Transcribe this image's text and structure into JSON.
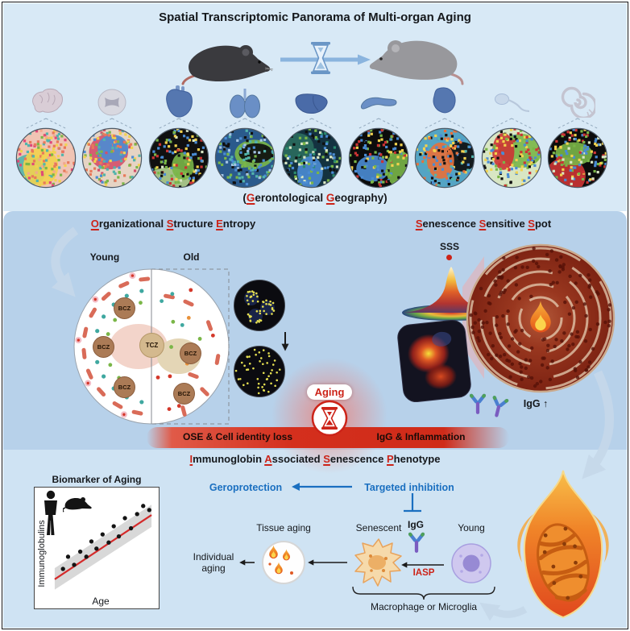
{
  "accent": {
    "red": "#cc2318",
    "blue": "#1a6fc0",
    "top_bg": "#d8e9f6",
    "mid_bg": "#b7d1ea",
    "bottom_bg": "#cfe3f3"
  },
  "header": {
    "title": "Spatial Transcriptomic Panorama of Multi-organ Aging"
  },
  "icons": {
    "hourglass": "⌛",
    "antibody": "Y-shape",
    "flame": "flame",
    "down_arrow": "↓",
    "up_arrow": "↑",
    "left_arrow": "←"
  },
  "top": {
    "organs": [
      "brain",
      "spinal-cord",
      "heart",
      "lung",
      "liver",
      "pancreas",
      "spleen",
      "sperm",
      "cochlea"
    ],
    "caption": {
      "p0": "(",
      "h1": "G",
      "p1": "erontological ",
      "h2": "G",
      "p2": "eography)"
    },
    "spot_palettes": [
      {
        "bg": "#f0c4b4",
        "blobs": [
          "#52b4ac",
          "#f2d24e"
        ],
        "squares": [
          "#e8795a",
          "#f2a88c",
          "#52b4ac",
          "#f2d24e",
          "#7ab648",
          "#e04878"
        ]
      },
      {
        "bg": "#e6d4c4",
        "blobs": [
          "#d44f6a",
          "#4a8cd4"
        ],
        "squares": [
          "#e8795a",
          "#52b4ac",
          "#f2d24e",
          "#4a8cd4",
          "#d44f6a",
          "#7ab648"
        ]
      },
      {
        "bg": "#101010",
        "blobs": [
          "#b4d494",
          "#7ab648"
        ],
        "squares": [
          "#7ab648",
          "#d8e6c4",
          "#cc3434",
          "#4a8cd4",
          "#f2d24e",
          "#101010"
        ]
      },
      {
        "bg": "#2a5a8c",
        "blobs": [
          "#7ab648",
          "#0c0c0c"
        ],
        "squares": [
          "#4a8cd4",
          "#7ab648",
          "#a4c4e4",
          "#101010",
          "#52b4ac"
        ]
      },
      {
        "bg": "#143240",
        "blobs": [
          "#2a6c5e",
          "#4a8cd4"
        ],
        "squares": [
          "#7ab648",
          "#4a8cd4",
          "#101010",
          "#2a8c6e",
          "#d8e6c4"
        ]
      },
      {
        "bg": "#0c0c0c",
        "blobs": [
          "#4a8cd4",
          "#7ab648"
        ],
        "squares": [
          "#7ab648",
          "#cc3434",
          "#4a8cd4",
          "#101010",
          "#f2d24e"
        ]
      },
      {
        "bg": "#54a4c4",
        "blobs": [
          "#0c0c0c",
          "#e8703a"
        ],
        "squares": [
          "#52b4ac",
          "#4a8cd4",
          "#e8703a",
          "#101010",
          "#f2d24e"
        ]
      },
      {
        "bg": "#d8e6c4",
        "blobs": [
          "#7ab648",
          "#cc3434"
        ],
        "squares": [
          "#7ab648",
          "#cc3434",
          "#4a8cd4",
          "#f2d24e",
          "#101010"
        ]
      },
      {
        "bg": "#0c0c0c",
        "blobs": [
          "#cc3434",
          "#7ab648"
        ],
        "squares": [
          "#cc3434",
          "#7ab648",
          "#4a8cd4",
          "#f2d24e",
          "#d8e6c4"
        ]
      }
    ]
  },
  "middle": {
    "left_title": {
      "h1": "O",
      "p1": "rganizational ",
      "h2": "S",
      "p2": "tructure ",
      "h3": "E",
      "p3": "ntropy"
    },
    "right_title": {
      "h1": "S",
      "p1": "enescence ",
      "h2": "S",
      "p2": "ensitive ",
      "h3": "S",
      "p3": "pot"
    },
    "young": "Young",
    "old": "Old",
    "tcz": "TCZ",
    "bcz": "BCZ",
    "sss": "SSS",
    "igg_up": "IgG ↑",
    "aging": "Aging",
    "band_left": "OSE & Cell identity loss",
    "band_right": "IgG & Inflammation"
  },
  "bottom": {
    "title": {
      "h1": "I",
      "p1": "mmunoglobin ",
      "h2": "A",
      "p2": "ssociated ",
      "h3": "S",
      "p3": "enescence ",
      "h4": "P",
      "p4": "henotype"
    },
    "geroprotection": "Geroprotection",
    "targeted_inhibition": "Targeted inhibition",
    "tissue_aging": "Tissue aging",
    "senescent": "Senescent",
    "igg": "IgG",
    "young": "Young",
    "iasp": "IASP",
    "individual_aging": "Individual aging",
    "macrophage": "Macrophage or Microglia"
  },
  "chart_data": {
    "type": "scatter",
    "title": "Biomarker of Aging",
    "xlabel": "Age",
    "ylabel": "Immunoglobulins",
    "x": [
      5,
      10,
      16,
      22,
      28,
      33,
      38,
      44,
      50,
      55,
      60,
      66,
      72,
      78,
      84,
      90
    ],
    "y": [
      18,
      30,
      22,
      35,
      30,
      45,
      38,
      52,
      44,
      60,
      50,
      68,
      58,
      72,
      80,
      76
    ],
    "trend": {
      "type": "linear",
      "direction": "increasing",
      "color": "#d42a2a",
      "ci_band": true
    },
    "legend": "none",
    "grid": false
  }
}
